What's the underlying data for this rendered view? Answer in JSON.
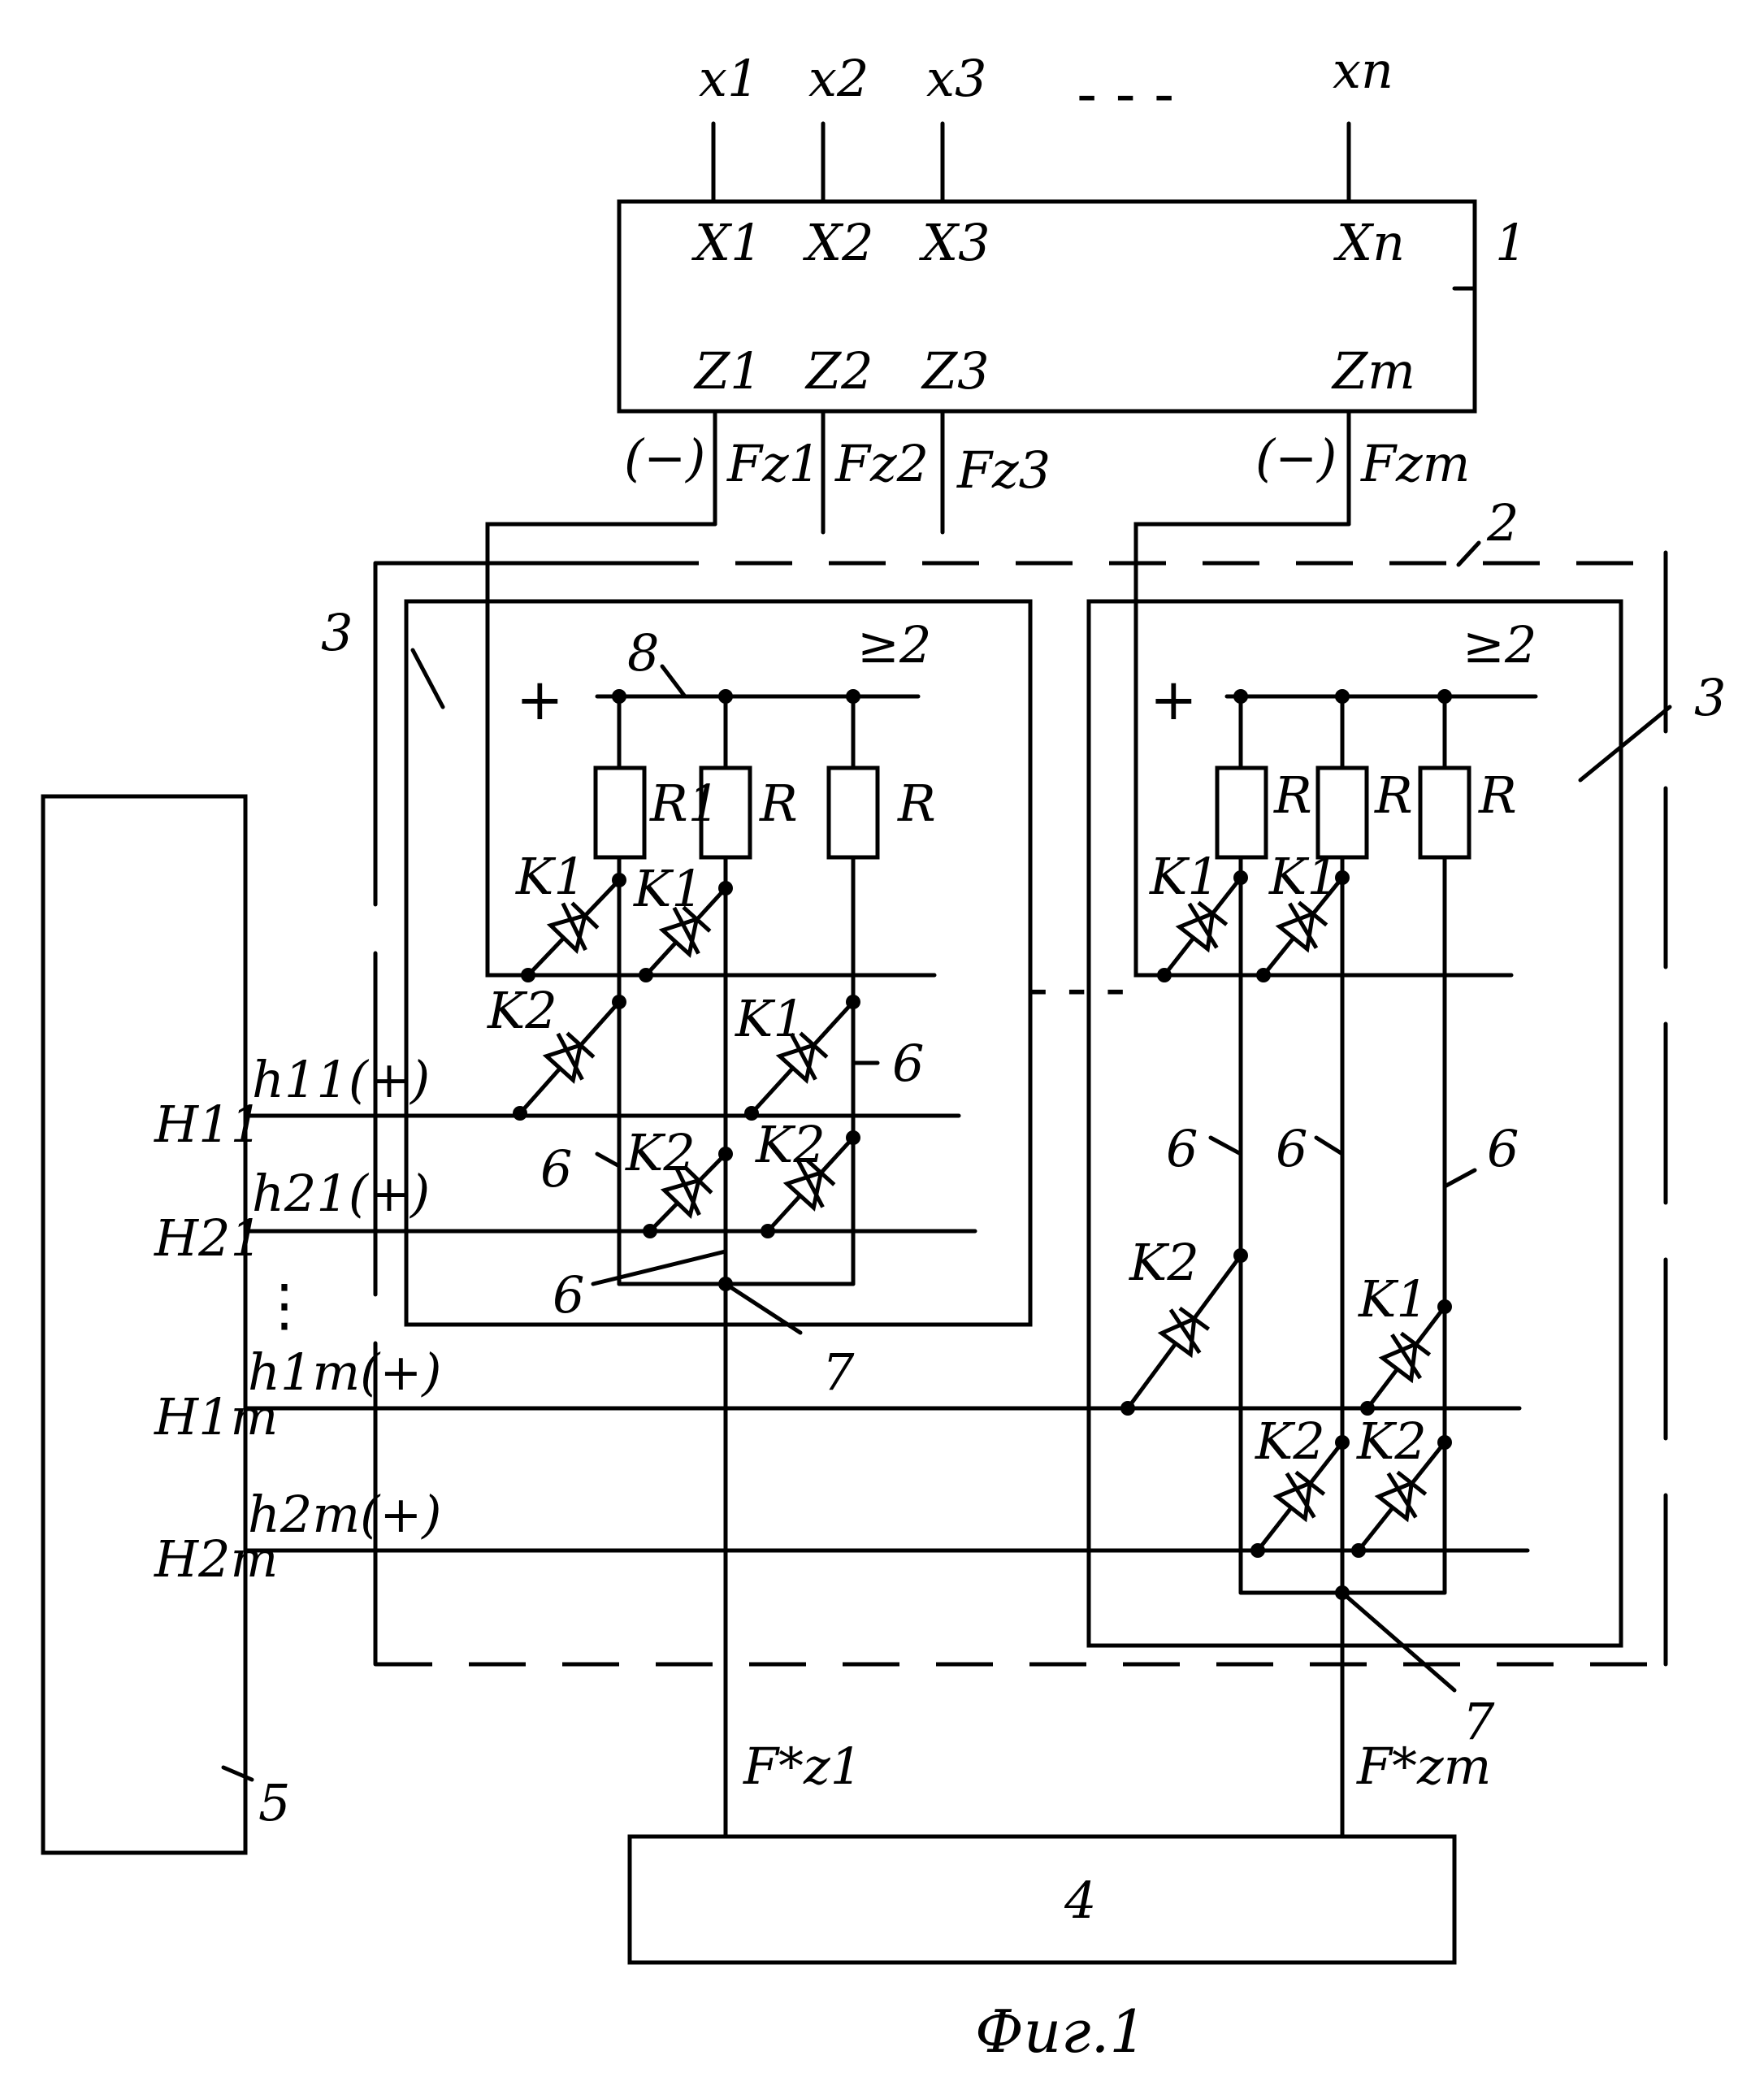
{
  "block1": {
    "number": "1",
    "in_labels": [
      "x1",
      "x2",
      "x3",
      "xn"
    ],
    "X_labels": [
      "X1",
      "X2",
      "X3",
      "Xn"
    ],
    "Z_labels": [
      "Z1",
      "Z2",
      "Z3",
      "Zm"
    ]
  },
  "outputs": {
    "neg_left": "(−)",
    "neg_right": "(−)",
    "F": [
      "Fz1",
      "Fz2",
      "Fz3",
      "Fzm"
    ]
  },
  "blocks": {
    "b2": "2",
    "b3_left": "3",
    "b3_right": "3",
    "b4": "4",
    "b5": "5",
    "ge_left": "≥2",
    "ge_right": "≥2",
    "plus": "+"
  },
  "labels": {
    "bus8": "8",
    "R1": "R1",
    "R": "R",
    "K1": "K1",
    "K2": "K2",
    "six": "6",
    "seven": "7",
    "Fstar1": "F*z1",
    "Fstarm": "F*zm",
    "H11": "H11",
    "H21": "H21",
    "H1m": "H1m",
    "H2m": "H2m",
    "h11": "h11(+)",
    "h21": "h21(+)",
    "h1m": "h1m(+)",
    "h2m": "h2m(+)",
    "dots_v": "⋮",
    "dots_h": "- - -"
  },
  "caption": "Фиг.1"
}
